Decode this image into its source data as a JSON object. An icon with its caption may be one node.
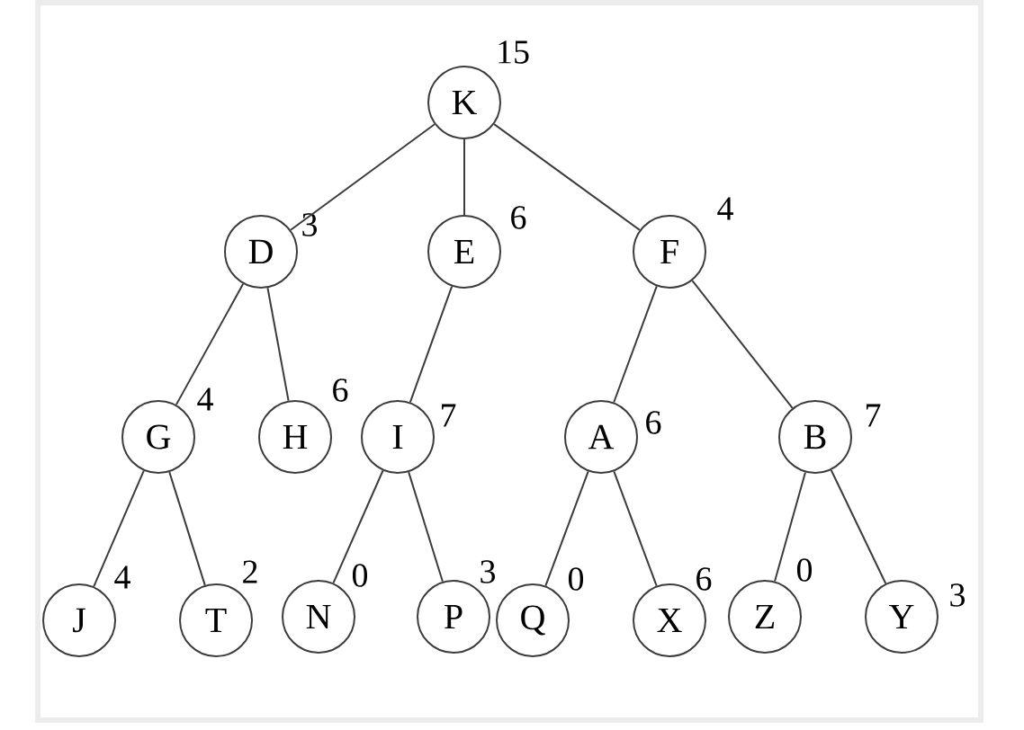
{
  "diagram": {
    "nodes": [
      {
        "text": [
          "K"
        ],
        "beside": [
          "15"
        ]
      },
      {
        "text": [
          "D"
        ],
        "beside": [
          "3"
        ]
      },
      {
        "text": [
          "E"
        ],
        "beside": [
          "6"
        ]
      },
      {
        "text": [
          "F"
        ],
        "beside": [
          "4"
        ]
      },
      {
        "text": [
          "G"
        ],
        "beside": [
          "4"
        ]
      },
      {
        "text": [
          "H"
        ],
        "beside": [
          "6"
        ]
      },
      {
        "text": [
          "I"
        ],
        "beside": [
          "7"
        ]
      },
      {
        "text": [
          "A"
        ],
        "beside": [
          "6"
        ]
      },
      {
        "text": [
          "B"
        ],
        "beside": [
          "7"
        ]
      },
      {
        "text": [
          "J"
        ],
        "beside": [
          "4"
        ]
      },
      {
        "text": [
          "T"
        ],
        "beside": [
          "2"
        ]
      },
      {
        "text": [
          "N"
        ],
        "beside": [
          "0"
        ]
      },
      {
        "text": [
          "P"
        ],
        "beside": [
          "3"
        ]
      },
      {
        "text": [
          "Q"
        ],
        "beside": [
          "0"
        ]
      },
      {
        "text": [
          "X"
        ],
        "beside": [
          "6"
        ]
      },
      {
        "text": [
          "Z"
        ],
        "beside": [
          "0"
        ]
      },
      {
        "text": [
          "Y"
        ],
        "beside": [
          "3"
        ]
      }
    ],
    "edges": [
      {
        "from": 0,
        "to": 1,
        "arrow": "none"
      },
      {
        "from": 0,
        "to": 2,
        "arrow": "none"
      },
      {
        "from": 0,
        "to": 3,
        "arrow": "none"
      },
      {
        "from": 1,
        "to": 4,
        "arrow": "none"
      },
      {
        "from": 1,
        "to": 5,
        "arrow": "none"
      },
      {
        "from": 2,
        "to": 6,
        "arrow": "none"
      },
      {
        "from": 3,
        "to": 7,
        "arrow": "none"
      },
      {
        "from": 3,
        "to": 8,
        "arrow": "none"
      },
      {
        "from": 4,
        "to": 9,
        "arrow": "none"
      },
      {
        "from": 4,
        "to": 10,
        "arrow": "none"
      },
      {
        "from": 6,
        "to": 11,
        "arrow": "none"
      },
      {
        "from": 6,
        "to": 12,
        "arrow": "none"
      },
      {
        "from": 7,
        "to": 13,
        "arrow": "none"
      },
      {
        "from": 7,
        "to": 14,
        "arrow": "none"
      },
      {
        "from": 8,
        "to": 15,
        "arrow": "none"
      },
      {
        "from": 8,
        "to": 16,
        "arrow": "none"
      }
    ]
  }
}
